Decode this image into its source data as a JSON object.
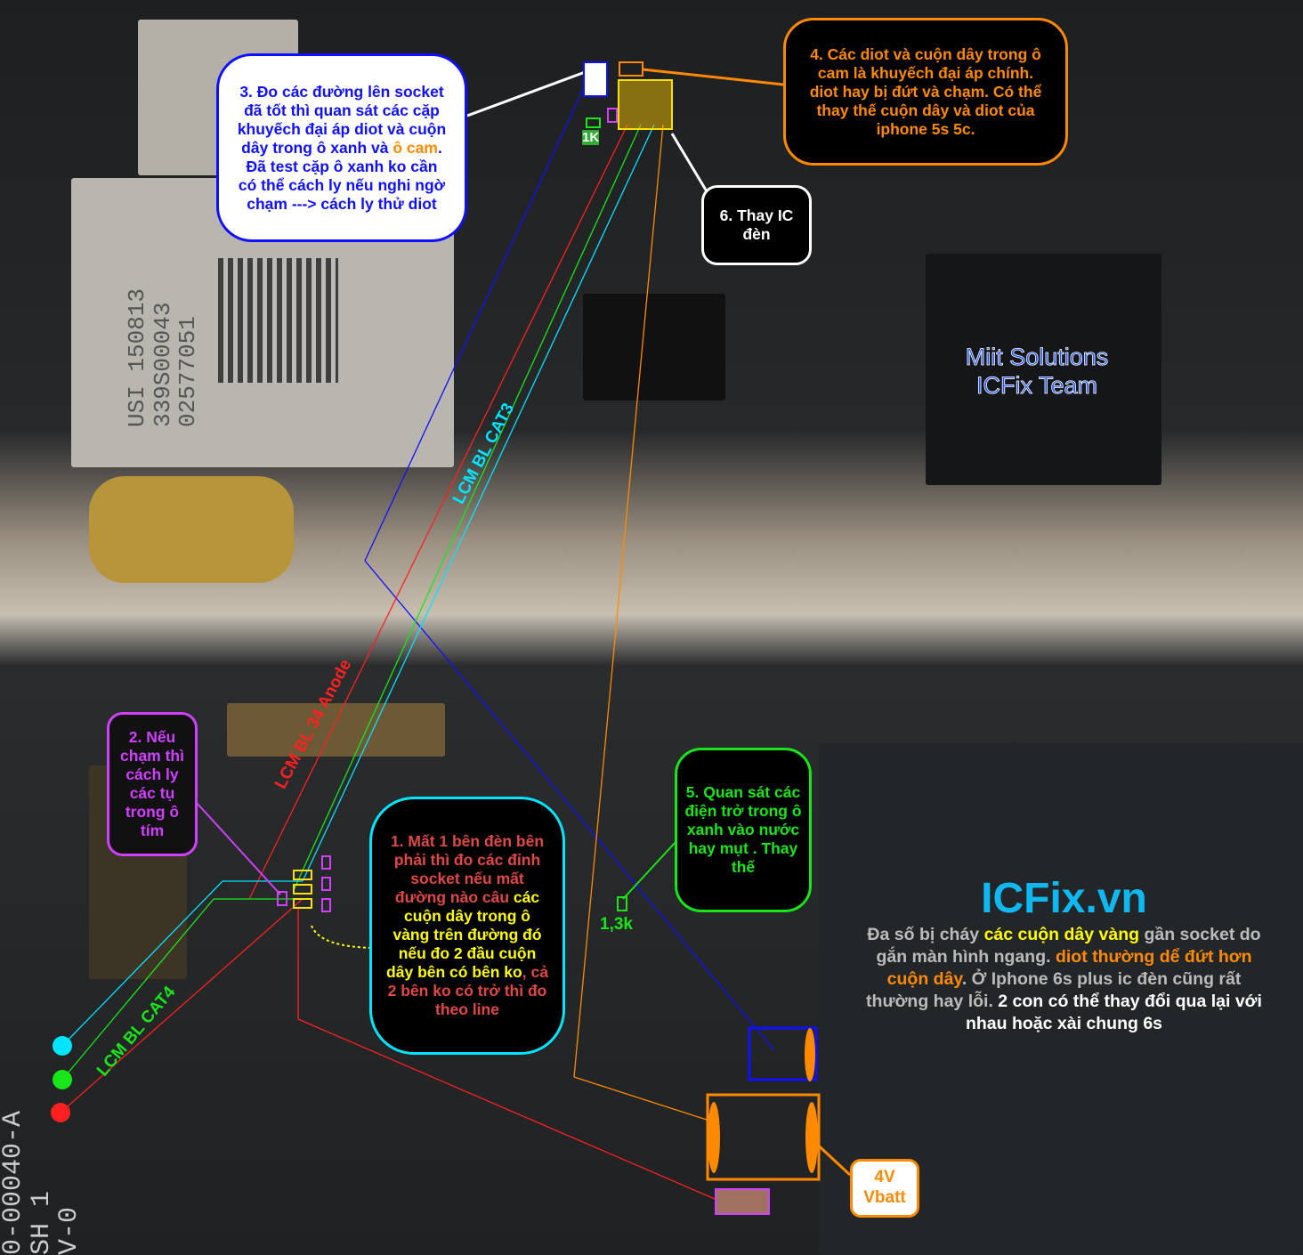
{
  "callouts": {
    "c1": {
      "parts": [
        "1. Mất 1 bên đèn bên phải thì đo các đỉnh socket nếu mất đường nào câu ",
        "các cuộn dây trong ô vàng trên đường đó nếu đo 2 đầu cuộn dây bên có bên ko",
        ", cả 2 bên ko có trở thì đo theo line"
      ]
    },
    "c2": "2. Nếu chạm thì cách ly các tụ trong ô tím",
    "c3": {
      "parts": [
        "3. Đo các đường lên socket đã tốt thì quan sát các cặp khuyếch đại áp diot và cuộn dây trong ô xanh và ",
        "ô cam",
        ". Đã test cặp ô xanh ko cần có thể cách ly nếu nghi ngờ chạm ---> cách ly thử diot"
      ]
    },
    "c4": "4. Các diot và cuộn dây trong ô cam là khuyếch đại áp chính. diot hay bị đứt và chạm. Có thể thay thế cuộn dây và diot của iphone 5s 5c.",
    "c5": "5. Quan sát các điện trở trong ô xanh vào nước hay mụt . Thay thế",
    "c6": "6. Thay IC đèn",
    "vbatt": "4V Vbatt"
  },
  "labels": {
    "cat3": "LCM BL CAT3",
    "anode": "LCM BL 34 Anode",
    "cat4": "LCM BL CAT4",
    "r13k": "1,3k",
    "r1k": "1K"
  },
  "watermark": {
    "line1": "Miit Solutions",
    "line2": "ICFix Team"
  },
  "brand": {
    "title": "ICFix.vn",
    "p1": "Đa số bị cháy ",
    "p2": "các cuộn dây vàng",
    "p3": " gần socket do gắn màn hình ngang. ",
    "p4": "diot thường dể đứt hơn cuộn dây",
    "p5": ". Ở Iphone 6s plus ic đèn cũng rất thường hay lỗi. ",
    "p6": "2 con có thể thay đổi qua lại với nhau hoặc xài chung 6s"
  },
  "silkscreen": {
    "chip": [
      "USI 150813",
      "339S00043",
      "02577051"
    ],
    "board": [
      "0-00040-A",
      "SH 1",
      "V-0"
    ]
  },
  "colors": {
    "cyan": "#00e5ff",
    "green": "#19e619",
    "red": "#ff2020",
    "orange": "#ff8a00",
    "magenta": "#d040ff",
    "blue": "#1010ff"
  }
}
